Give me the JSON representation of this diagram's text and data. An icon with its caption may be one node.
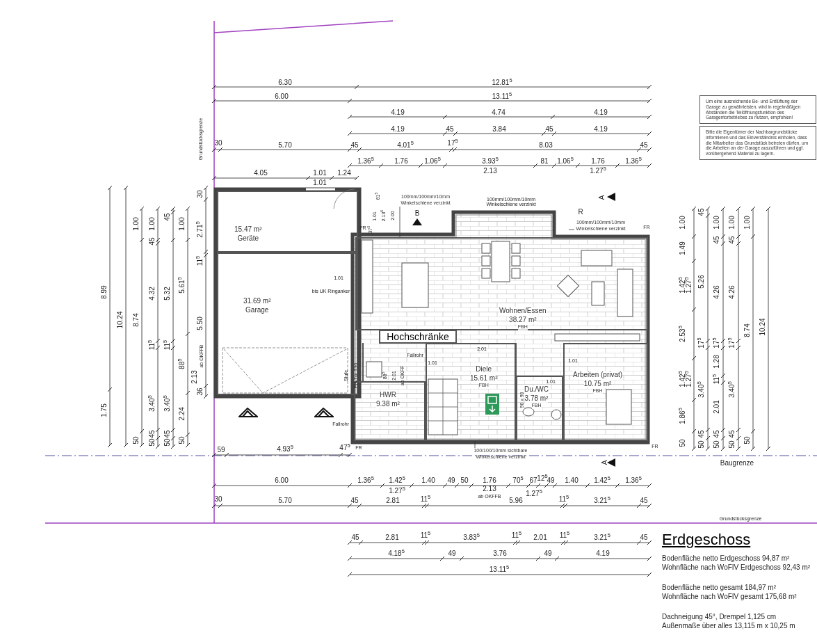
{
  "diagram": {
    "title": "Erdgeschoss",
    "nodes": [
      {
        "text": [
          "Um eine ausreichende Be- und Entlüftung der Garage zu gewährleisten, wird in regelmäßigen Abständen die Teilöffnungsfunktion des Garagentorbetriebes zu nutzen, empfohlen!"
        ]
      },
      {
        "text": [
          "Bitte die Eigentümer der Nachbargrundstücke informieren und das Einverständnis einholen, dass die Mitarbeiter das Grundstück betreten dürfen, um die Arbeiten an der Garage auszuführen und ggf. vorübergehend Material zu lagern."
        ]
      },
      {
        "text": [
          "15.47 m²",
          "Geräte"
        ]
      },
      {
        "text": [
          "31.69 m²",
          "Garage"
        ]
      },
      {
        "text": [
          "Wohnen/Essen",
          "38.27 m²",
          "FBH"
        ]
      },
      {
        "text": [
          "Hochschränke"
        ]
      },
      {
        "text": [
          "Diele",
          "15.61 m²",
          "FBH"
        ]
      },
      {
        "text": [
          "HWR",
          "9.38 m²"
        ]
      },
      {
        "text": [
          "Du./WC",
          "3.78 m²",
          "FBH"
        ]
      },
      {
        "text": [
          "Arbeiten (privat)",
          "10.75 m²",
          "FBH"
        ]
      },
      {
        "text": [
          "100mm/100mm/10mm Winkelschiene verzinkt"
        ]
      },
      {
        "text": [
          "100mm/100mm/10mm Winkelschiene verzinkt"
        ]
      },
      {
        "text": [
          "100/100/10mm sichtbare Winkelschiene verzinkt"
        ]
      }
    ],
    "edges": [
      {
        "from": 10,
        "to": 4,
        "arrow": "none"
      },
      {
        "from": 11,
        "to": null,
        "arrow": "none"
      },
      {
        "from": 12,
        "to": 6,
        "arrow": "none"
      }
    ],
    "labels": [
      "Grundstücksgrenze",
      "6.30",
      "12.81$^{5}$",
      "6.00",
      "13.11$^{5}$",
      "4.19",
      "4.74",
      "4.19",
      "4.19",
      "45",
      "3.84",
      "45",
      "4.19",
      "30",
      "5.70",
      "45",
      "4.01$^{5}$",
      "17$^{5}$",
      "8.03",
      "45",
      "1.36$^{5}$",
      "1.76",
      "1.06$^{5}$",
      "3.93$^{5}$",
      "2.13",
      "81",
      "1.06$^{5}$",
      "1.76",
      "1.27$^{5}$",
      "1.36$^{5}$",
      "4.05",
      "1.01",
      "1.24",
      "1.01",
      "8.99",
      "1.75",
      "10.24",
      "1.00",
      "8.74",
      "50",
      "1.00",
      "45",
      "4.32",
      "11$^{5}$",
      "3.40$^{5}$",
      "50",
      "45",
      "45",
      "5.32",
      "11$^{5}$",
      "3.40$^{5}$",
      "50",
      "45",
      "1.00",
      "5.61$^{5}$",
      "88$^{5}$",
      "2.24",
      "50",
      "30",
      "2.71$^{5}$",
      "11$^{5}$",
      "5.50",
      "2.13",
      "ab OKFFB",
      "36",
      "61$^{5}$",
      "1.01",
      "2.13$^{5}$",
      "2.00",
      "37$^{5}$",
      "B",
      "A",
      "R",
      "FR",
      "FR",
      "1.01",
      "bis UK Ringanker",
      "Fallrohr",
      "1.01",
      "2.01",
      "1.01",
      "Stufe",
      "FH-Tür T30",
      "88$^{5}$",
      "2.01",
      "ab OKFF",
      "1.01",
      "90 x 90",
      "Fallrohr",
      "FR",
      "FR",
      "59",
      "4.93$^{5}$",
      "47$^{5}$",
      "A",
      "Baugrenze",
      "6.00",
      "1.36$^{5}$",
      "1.42$^{5}$",
      "1.27$^{5}$",
      "1.40",
      "49",
      "50",
      "1.76",
      "2.13",
      "ab OKFFB",
      "70$^{5}$",
      "67",
      "12$^{5}$",
      "49",
      "1.27$^{5}$",
      "1.40",
      "1.42$^{5}$",
      "1.36$^{5}$",
      "30",
      "5.70",
      "45",
      "2.81",
      "11$^{5}$",
      "5.96",
      "11$^{5}$",
      "3.21$^{5}$",
      "45",
      "Grundstücksgrenze",
      "45",
      "2.81",
      "11$^{5}$",
      "3.83$^{5}$",
      "11$^{5}$",
      "2.01",
      "11$^{5}$",
      "3.21$^{5}$",
      "45",
      "4.18$^{5}$",
      "49",
      "3.76",
      "49",
      "4.19",
      "13.11$^{5}$",
      "1.00",
      "1.49",
      "1.42$^{5}$",
      "1.27$^{5}$",
      "2.53$^{5}$",
      "1.42$^{5}$",
      "1.27$^{5}$",
      "1.86$^{5}$",
      "50",
      "45",
      "5.26",
      "17$^{5}$",
      "3.40$^{5}$",
      "50",
      "45",
      "1.00",
      "45",
      "4.26",
      "17$^{5}$",
      "1.28",
      "11$^{5}$",
      "2.01",
      "50",
      "45",
      "1.00",
      "45",
      "4.26",
      "17$^{5}$",
      "3.40$^{5}$",
      "50",
      "45",
      "1.00",
      "8.74",
      "50",
      "10.24",
      "Bodenfläche netto Erdgeschoss 94,87 m²",
      "Wohnfläche nach WoFIV Erdgeschoss 92,43 m²",
      "Bodenfläche netto gesamt 184,97 m²",
      "Wohnfläche nach WoFIV gesamt 175,68 m²",
      "Dachneigung 45°, Drempel 1,125 cm",
      "Außenmaße über alles 13,115 m x 10,25 m",
      "100mm/100mm/10mm Winkelschiene verzinkt"
    ]
  }
}
